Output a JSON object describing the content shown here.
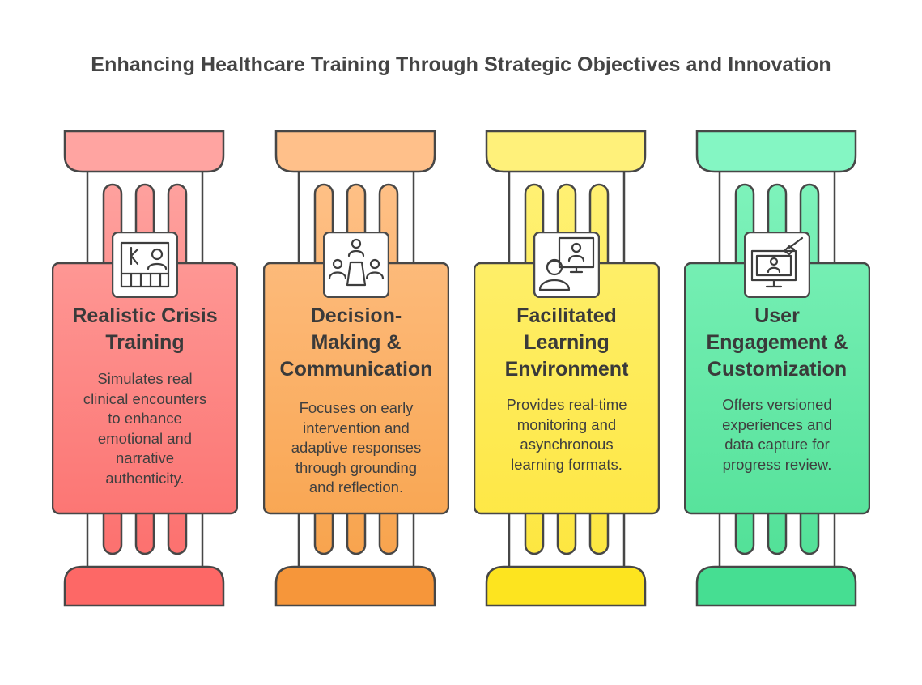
{
  "title": "Enhancing Healthcare Training Through Strategic Objectives and Innovation",
  "pillars": [
    {
      "heading": "Realistic Crisis Training",
      "heading_lines": [
        "Realistic Crisis",
        "Training"
      ],
      "description": "Simulates real clinical encounters to enhance emotional and narrative authenticity.",
      "description_lines": [
        "Simulates real",
        "clinical encounters",
        "to enhance",
        "emotional and",
        "narrative",
        "authenticity."
      ],
      "icon": "scenario-board-icon",
      "colors": {
        "light": "#ffa8a5",
        "dark": "#fb6a68",
        "cap_top": "#ffa4a1",
        "cap_bottom": "#fd6866"
      }
    },
    {
      "heading": "Decision-Making & Communication",
      "heading_lines": [
        "Decision-",
        "Making &",
        "Communication"
      ],
      "description": "Focuses on early intervention and adaptive responses through grounding and reflection.",
      "description_lines": [
        "Focuses on early",
        "intervention and",
        "adaptive responses",
        "through grounding",
        "and reflection."
      ],
      "icon": "meeting-table-icon",
      "colors": {
        "light": "#ffc48e",
        "dark": "#f7a046",
        "cap_top": "#ffc08a",
        "cap_bottom": "#f6963a"
      }
    },
    {
      "heading": "Facilitated Learning Environment",
      "heading_lines": [
        "Facilitated",
        "Learning",
        "Environment"
      ],
      "description": "Provides real-time monitoring and asynchronous learning formats.",
      "description_lines": [
        "Provides real-time",
        "monitoring and",
        "asynchronous",
        "learning formats."
      ],
      "icon": "online-tutor-icon",
      "colors": {
        "light": "#fff27a",
        "dark": "#fde53a",
        "cap_top": "#fff17a",
        "cap_bottom": "#fde41f"
      }
    },
    {
      "heading": "User Engagement & Customization",
      "heading_lines": [
        "User",
        "Engagement &",
        "Customization"
      ],
      "description": "Offers versioned experiences and data capture for progress review.",
      "description_lines": [
        "Offers versioned",
        "experiences and",
        "data capture for",
        "progress review."
      ],
      "icon": "monitor-touch-icon",
      "colors": {
        "light": "#84f5c0",
        "dark": "#4dde93",
        "cap_top": "#84f6c3",
        "cap_bottom": "#46de92"
      }
    }
  ]
}
